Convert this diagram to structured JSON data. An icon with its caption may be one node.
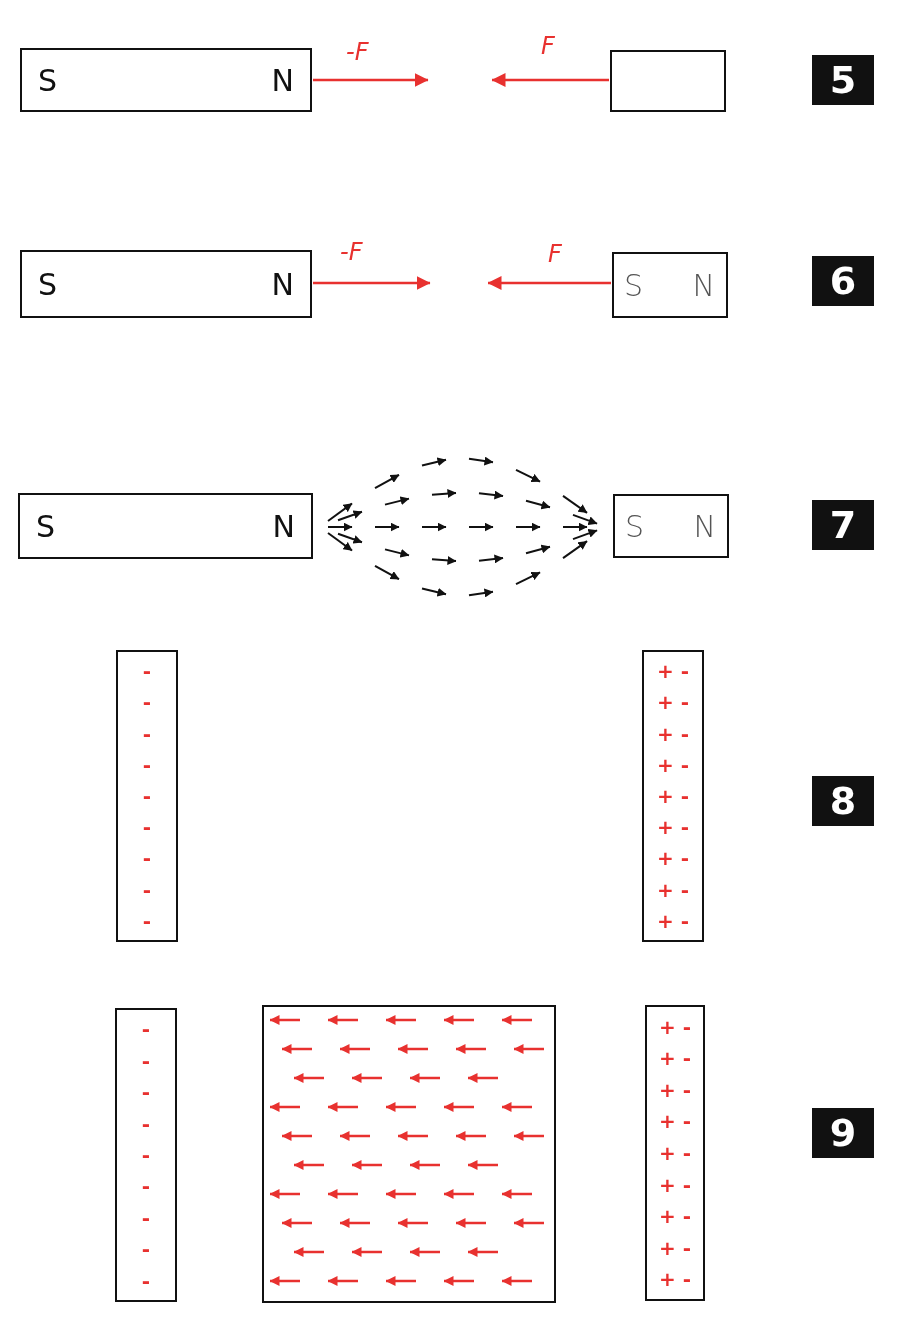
{
  "diagram": {
    "nodes": [
      {
        "text": [
          "S",
          "N"
        ]
      },
      {
        "text": [],
        "shape": "box"
      },
      {
        "text": [
          "S",
          "N"
        ]
      },
      {
        "text": [
          "S",
          "N"
        ]
      },
      {
        "text": [
          "S",
          "N"
        ]
      },
      {
        "text": [
          "S",
          "N"
        ]
      },
      {
        "text": [
          "-",
          "-",
          "-",
          "-",
          "-",
          "-",
          "-",
          "-",
          "-"
        ]
      },
      {
        "text": [
          "+ -",
          "+ -",
          "+ -",
          "+ -",
          "+ -",
          "+ -",
          "+ -",
          "+ -",
          "+ -"
        ]
      },
      {
        "text": [
          "-",
          "-",
          "-",
          "-",
          "-",
          "-",
          "-",
          "-",
          "-"
        ]
      },
      {
        "text": [],
        "shape": "box"
      },
      {
        "text": [
          "+ -",
          "+ -",
          "+ -",
          "+ -",
          "+ -",
          "+ -",
          "+ -",
          "+ -",
          "+ -"
        ]
      }
    ],
    "labels": [
      "-F",
      "F",
      "5",
      "-F",
      "F",
      "6",
      "7",
      "8",
      "9"
    ]
  }
}
